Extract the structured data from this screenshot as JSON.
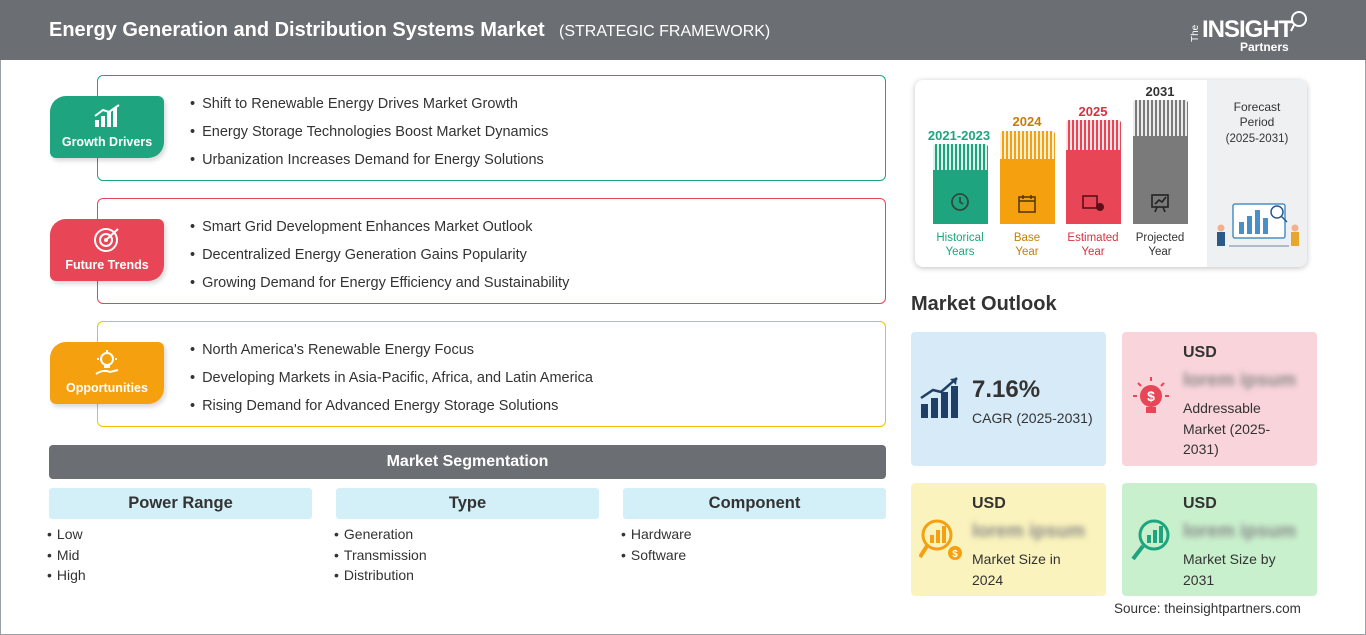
{
  "header": {
    "title": "Energy Generation and Distribution Systems Market",
    "subtitle": "(STRATEGIC FRAMEWORK)",
    "logo": {
      "the": "The",
      "insight": "INSIGHT",
      "partners": "Partners"
    }
  },
  "framework": [
    {
      "label": "Growth Drivers",
      "color": "#1ea57f",
      "icon": "growth-chart-icon",
      "items": [
        "Shift to Renewable Energy Drives Market Growth",
        "Energy Storage Technologies Boost Market Dynamics",
        "Urbanization Increases Demand for Energy Solutions"
      ]
    },
    {
      "label": "Future Trends",
      "color": "#e84556",
      "icon": "target-icon",
      "items": [
        "Smart Grid Development Enhances Market Outlook",
        "Decentralized Energy Generation Gains Popularity",
        "Growing Demand for Energy Efficiency and Sustainability"
      ]
    },
    {
      "label": "Opportunities",
      "color": "#f5a00f",
      "icon": "lightbulb-hand-icon",
      "items": [
        "North America's Renewable Energy Focus",
        "Developing Markets in Asia-Pacific, Africa, and Latin America",
        "Rising Demand for Advanced Energy Storage Solutions"
      ]
    }
  ],
  "segmentation": {
    "title": "Market Segmentation",
    "columns": [
      {
        "header": "Power Range",
        "items": [
          "Low",
          "Mid",
          "High"
        ]
      },
      {
        "header": "Type",
        "items": [
          "Generation",
          "Transmission",
          "Distribution"
        ]
      },
      {
        "header": "Component",
        "items": [
          "Hardware",
          "Software"
        ]
      }
    ]
  },
  "timeline": {
    "bars": [
      {
        "year": "2021-2023",
        "caption_1": "Historical",
        "caption_2": "Years",
        "color": "#1ea57f",
        "icon": "history-icon"
      },
      {
        "year": "2024",
        "caption_1": "Base",
        "caption_2": "Year",
        "color": "#f5a00f",
        "icon": "calendar-icon"
      },
      {
        "year": "2025",
        "caption_1": "Estimated",
        "caption_2": "Year",
        "color": "#e84556",
        "icon": "estimate-icon"
      },
      {
        "year": "2031",
        "caption_1": "Projected",
        "caption_2": "Year",
        "color": "#7a7a7a",
        "icon": "projection-icon"
      }
    ],
    "forecast_title_1": "Forecast",
    "forecast_title_2": "Period",
    "forecast_range": "(2025-2031)"
  },
  "market_outlook": {
    "title": "Market Outlook",
    "cagr": {
      "value": "7.16%",
      "label": "CAGR (2025-2031)",
      "bg": "#d6ebf7"
    },
    "addressable": {
      "usd": "USD",
      "value": "lorem ipsum",
      "label_1": "Addressable",
      "label_2": "Market (2025-",
      "label_3": "2031)",
      "bg": "#f9d5db"
    },
    "size_2024": {
      "usd": "USD",
      "value": "lorem ipsum",
      "label_1": "Market Size in",
      "label_2": "2024",
      "bg": "#fbf3bd"
    },
    "size_2031": {
      "usd": "USD",
      "value": "lorem ipsum",
      "label_1": "Market Size by",
      "label_2": "2031",
      "bg": "#c9f0cd"
    }
  },
  "source": "Source: theinsightpartners.com"
}
